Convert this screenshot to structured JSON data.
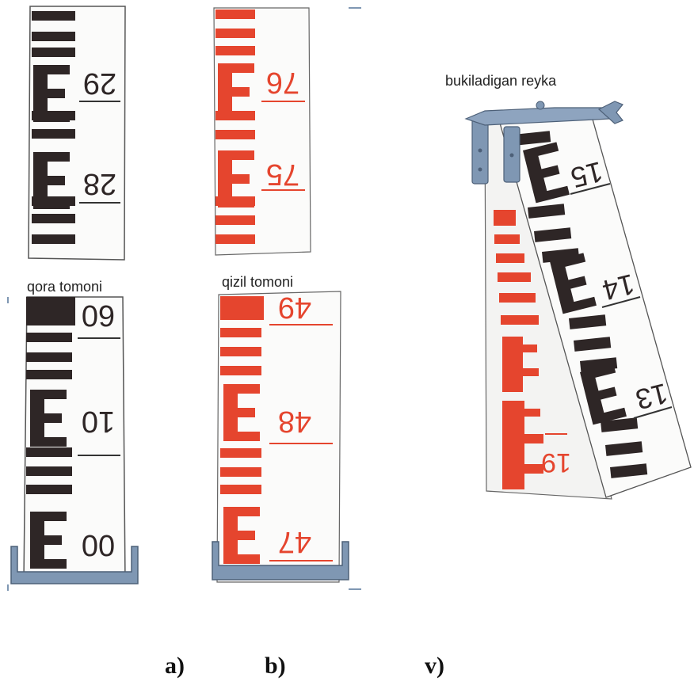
{
  "labels": {
    "black_side": "qora tomoni",
    "red_side": "qizil tomoni",
    "folding_staff": "bukiladigan reyka"
  },
  "subfigures": [
    "a)",
    "b)",
    "v)"
  ],
  "staffs": {
    "black_top": [
      "29",
      "28"
    ],
    "black_bottom": [
      "60",
      "10",
      "00"
    ],
    "red_top": [
      "76",
      "75"
    ],
    "red_bottom": [
      "49",
      "48",
      "47"
    ],
    "folding_black": [
      "15",
      "14",
      "13"
    ],
    "folding_red": [
      "19"
    ]
  },
  "colors": {
    "black_ink": "#2e2626",
    "red_ink": "#e5452e",
    "steel": "#7f97b3",
    "paper": "#fbfbfa"
  }
}
